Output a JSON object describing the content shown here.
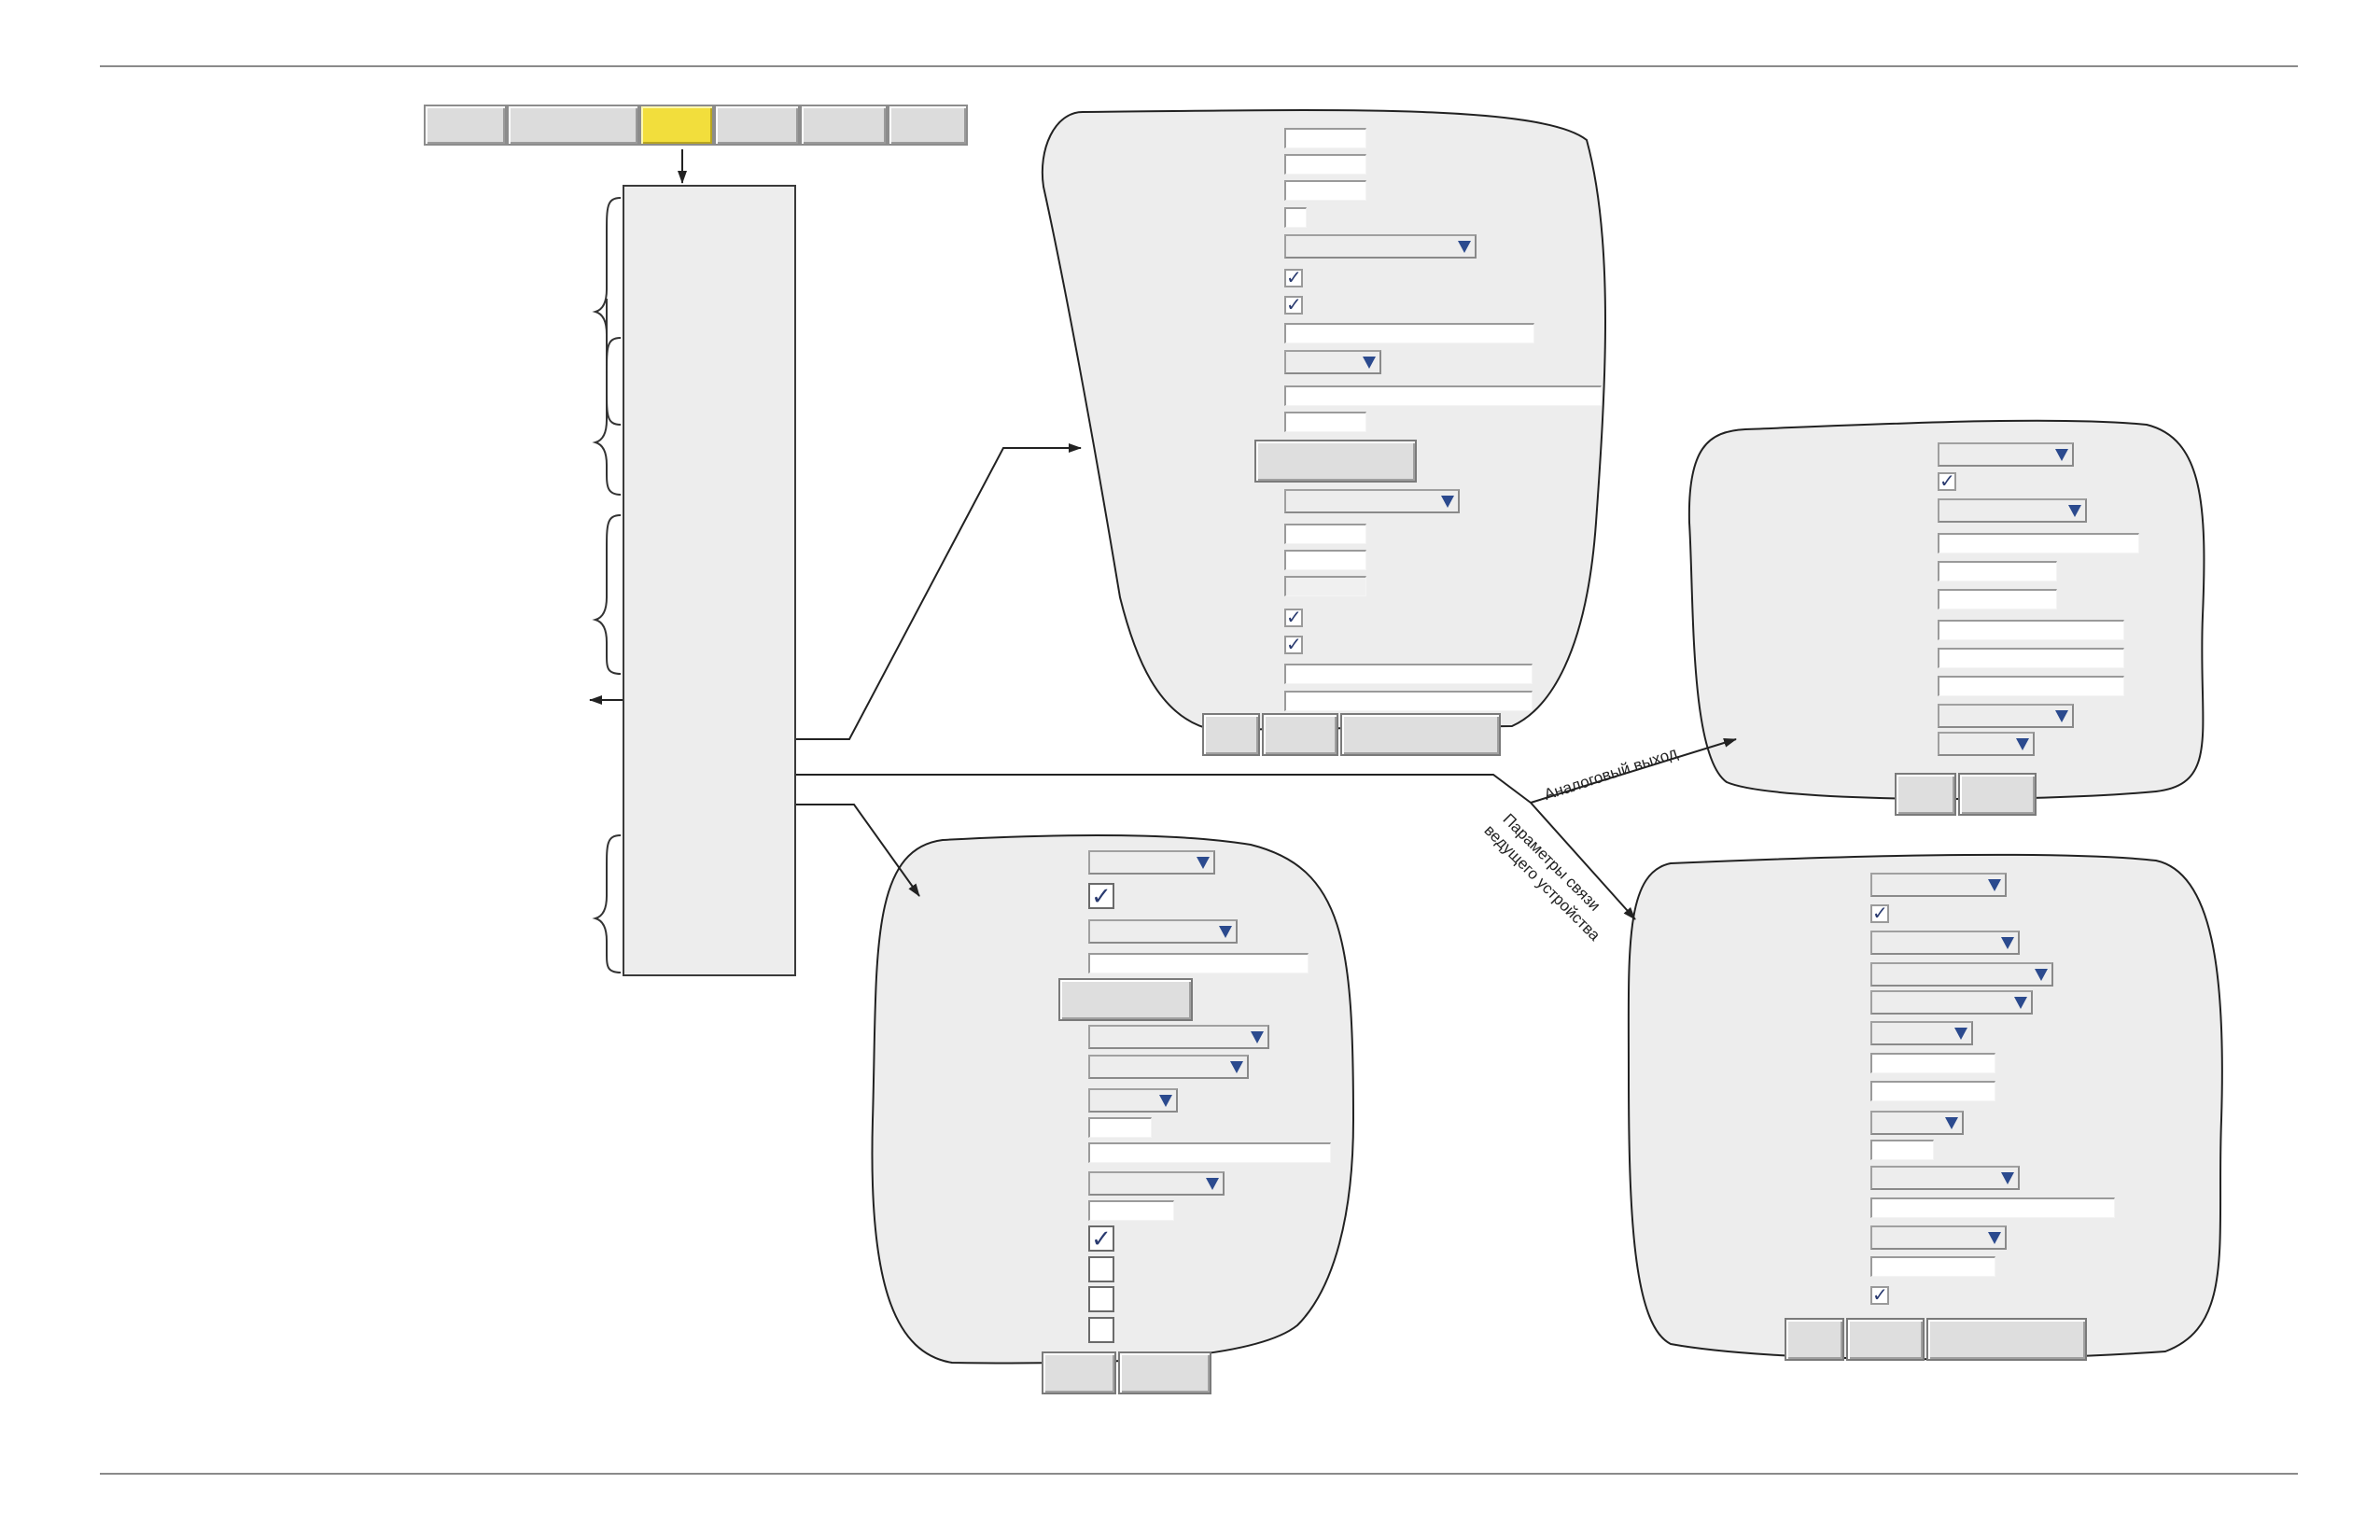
{
  "tabbar": {
    "tabs": [
      {
        "label": "",
        "active": false
      },
      {
        "label": "",
        "active": false
      },
      {
        "label": "",
        "active": true
      },
      {
        "label": "",
        "active": false
      },
      {
        "label": "",
        "active": false
      },
      {
        "label": "",
        "active": false
      }
    ],
    "active_color": "#f2de3c"
  },
  "connectors": {
    "analog_output_label": "Аналоговый выход",
    "master_comms_label_line1": "Параметры связи",
    "master_comms_label_line2": "ведущего устройства"
  },
  "colors": {
    "panel_fill": "#ededed",
    "outline": "#222222",
    "dropdown_arrow": "#2b4a8e",
    "checkmark": "#2a3b70"
  },
  "icons": {
    "dropdown": "triangle-down",
    "checkbox_checked": "check-mark",
    "brace": "curly-brace-left"
  }
}
